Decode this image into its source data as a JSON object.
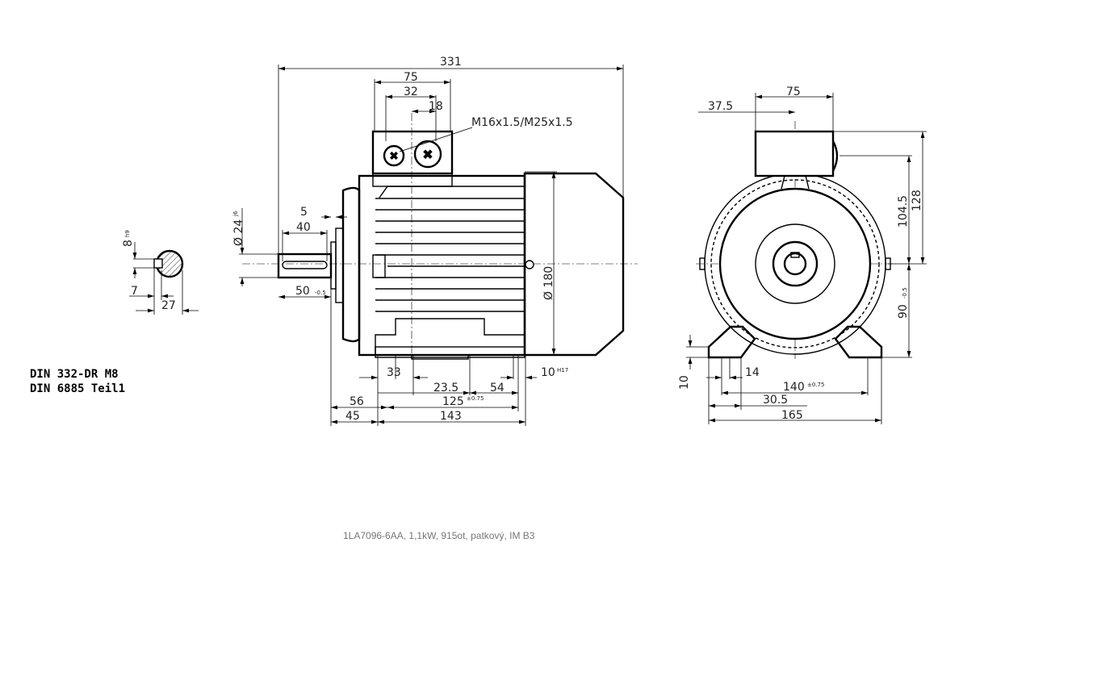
{
  "drawing": {
    "title": "1LA7096-6AA,  1,1kW, 915ot, patkový, IM B3",
    "standards": [
      "DIN 332-DR M8",
      "DIN 6885 Teil1"
    ],
    "shaft_section": {
      "key_width": "8",
      "key_tol": "h9",
      "key_depth": "7",
      "shaft_height": "27"
    },
    "side_view": {
      "overall": "331",
      "box_width": "75",
      "box_32": "32",
      "box_18": "18",
      "thread": "M16x1.5/M25x1.5",
      "shaft_dia": "Ø 24",
      "shaft_tol": "j6",
      "d5": "5",
      "d40": "40",
      "d50": "50",
      "d50_tol": "-0.5",
      "body_dia": "Ø 180",
      "d33": "33",
      "d23_5": "23.5",
      "d54": "54",
      "d10": "10",
      "d10_tol": "H17",
      "d56": "56",
      "d125": "125",
      "d125_tol": "±0.75",
      "d45": "45",
      "d143": "143"
    },
    "front_view": {
      "d37_5": "37.5",
      "d75": "75",
      "d104_5": "104.5",
      "d128": "128",
      "d90": "90",
      "d90_tol": "-0.5",
      "d10": "10",
      "d14": "14",
      "d140": "140",
      "d140_tol": "±0.75",
      "d30_5": "30.5",
      "d165": "165"
    }
  }
}
